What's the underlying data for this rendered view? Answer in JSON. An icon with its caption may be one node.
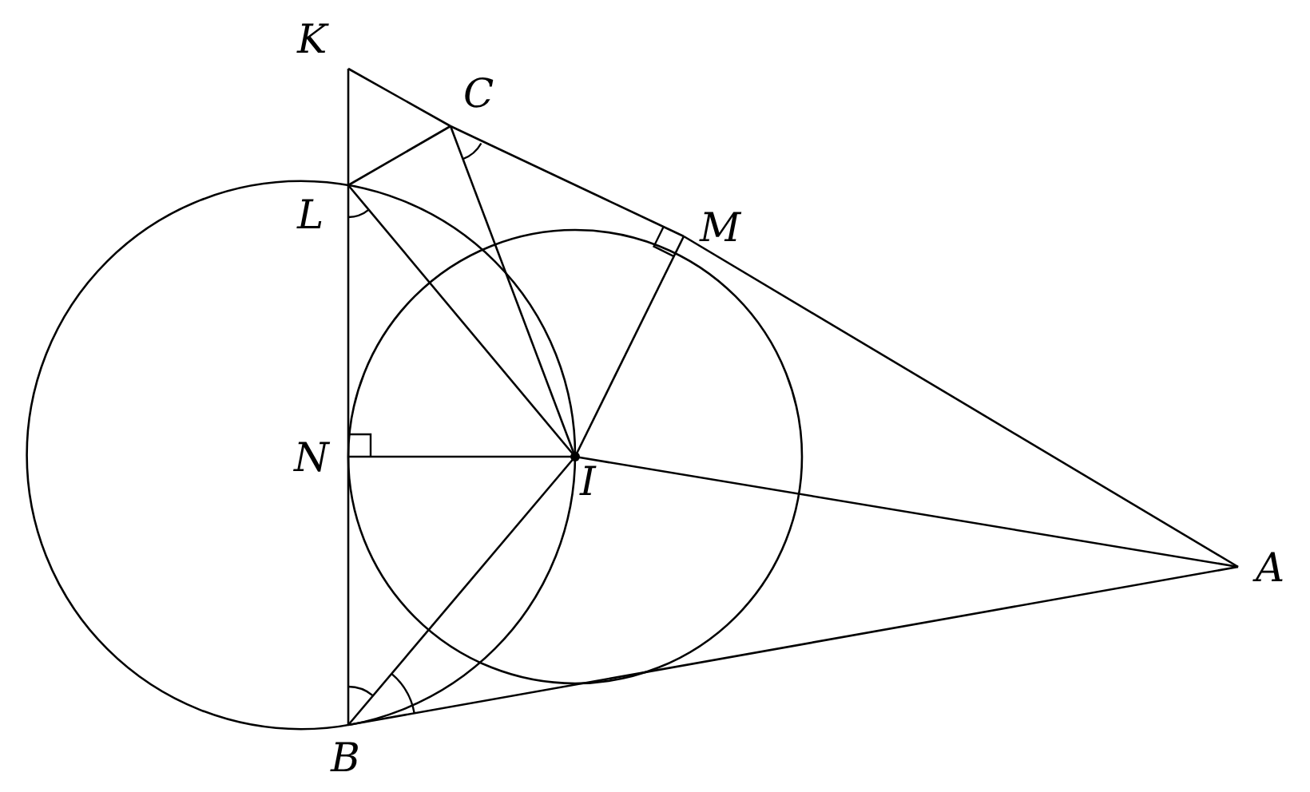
{
  "diagram": {
    "nodes": [
      {
        "text": [
          "K"
        ]
      },
      {
        "text": [
          "C"
        ]
      },
      {
        "text": [
          "L"
        ]
      },
      {
        "text": [
          "M"
        ]
      },
      {
        "text": [
          "N"
        ]
      },
      {
        "text": [
          "I"
        ]
      },
      {
        "text": [
          "A"
        ]
      },
      {
        "text": [
          "B"
        ]
      }
    ],
    "edges": [
      {
        "from": 0,
        "to": 1,
        "arrow": "none"
      },
      {
        "from": 1,
        "to": 3,
        "arrow": "none"
      },
      {
        "from": 3,
        "to": 6,
        "arrow": "none"
      },
      {
        "from": 0,
        "to": 2,
        "arrow": "none"
      },
      {
        "from": 2,
        "to": 4,
        "arrow": "none"
      },
      {
        "from": 4,
        "to": 7,
        "arrow": "none"
      },
      {
        "from": 7,
        "to": 6,
        "arrow": "none"
      },
      {
        "from": 2,
        "to": 1,
        "arrow": "none"
      },
      {
        "from": 1,
        "to": 5,
        "arrow": "none"
      },
      {
        "from": 2,
        "to": 5,
        "arrow": "none"
      },
      {
        "from": 3,
        "to": 5,
        "arrow": "none"
      },
      {
        "from": 4,
        "to": 5,
        "arrow": "none"
      },
      {
        "from": 5,
        "to": 6,
        "arrow": "none"
      },
      {
        "from": 7,
        "to": 5,
        "arrow": "none"
      }
    ]
  }
}
